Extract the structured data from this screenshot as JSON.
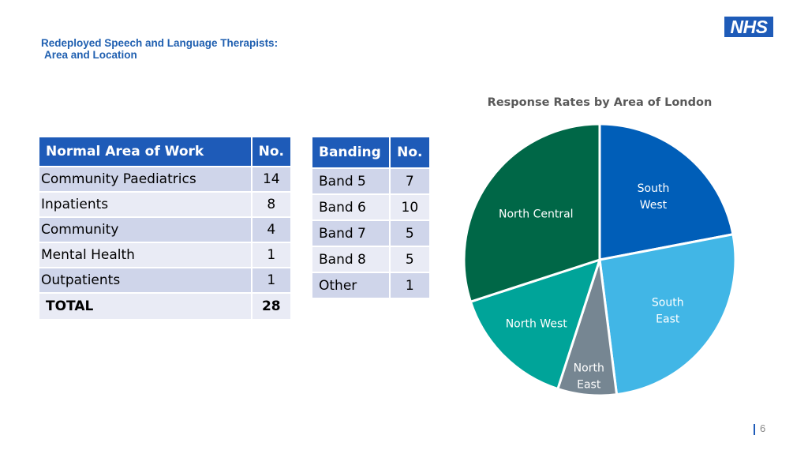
{
  "title": {
    "line1": "Redeployed Speech and Language Therapists:",
    "line2": "Area and Location"
  },
  "logo": {
    "text": "NHS",
    "color": "#1e5bb8"
  },
  "work_table": {
    "headers": [
      "Normal Area of Work",
      "No."
    ],
    "rows": [
      {
        "name": "Community Paediatrics",
        "value": "14"
      },
      {
        "name": "Inpatients",
        "value": "8"
      },
      {
        "name": "Community",
        "value": "4"
      },
      {
        "name": "Mental Health",
        "value": "1"
      },
      {
        "name": "Outpatients",
        "value": "1"
      }
    ],
    "total": {
      "name": "TOTAL",
      "value": "28"
    }
  },
  "band_table": {
    "headers": [
      "Banding",
      "No."
    ],
    "rows": [
      {
        "name": "Band 5",
        "value": "7"
      },
      {
        "name": "Band 6",
        "value": "10"
      },
      {
        "name": "Band 7",
        "value": "5"
      },
      {
        "name": "Band 8",
        "value": "5"
      },
      {
        "name": "Other",
        "value": "1"
      }
    ]
  },
  "chart_data": {
    "type": "pie",
    "title": "Response Rates by Area of London",
    "slices": [
      {
        "label": "South West",
        "value": 22,
        "color": "#005eb8"
      },
      {
        "label": "South East",
        "value": 26,
        "color": "#41b6e6"
      },
      {
        "label": "North East",
        "value": 7,
        "color": "#768692"
      },
      {
        "label": "North West",
        "value": 15,
        "color": "#00a499"
      },
      {
        "label": "North Central",
        "value": 30,
        "color": "#006747"
      }
    ],
    "start_angle": 0,
    "legend": "none"
  },
  "page_number": "6"
}
